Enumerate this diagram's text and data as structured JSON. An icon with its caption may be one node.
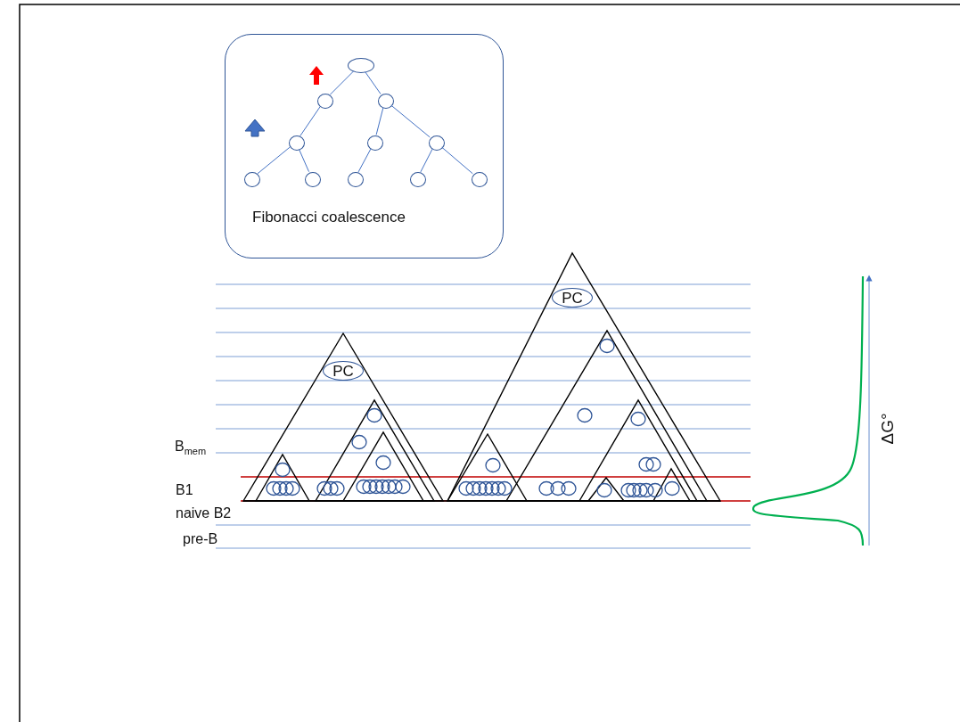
{
  "diagram": {
    "nodes": [
      {
        "text": [
          "Fibonacci coalescence"
        ]
      },
      {
        "text": [],
        "shape": "circle",
        "in": 0
      },
      {
        "text": [],
        "shape": "circle",
        "in": 0
      },
      {
        "text": [],
        "shape": "circle",
        "in": 0
      },
      {
        "text": [],
        "shape": "circle",
        "in": 0
      },
      {
        "text": [],
        "shape": "circle",
        "in": 0
      },
      {
        "text": [],
        "shape": "circle",
        "in": 0
      },
      {
        "text": [],
        "shape": "circle",
        "in": 0
      },
      {
        "text": [],
        "shape": "circle",
        "in": 0
      },
      {
        "text": [],
        "shape": "circle",
        "in": 0
      },
      {
        "text": [],
        "shape": "circle",
        "in": 0
      },
      {
        "text": [],
        "shape": "circle",
        "in": 0
      },
      {
        "text": [
          "PC"
        ]
      },
      {
        "text": [
          "PC"
        ]
      }
    ],
    "edges": [
      {
        "from": 1,
        "to": 2,
        "arrow": "none"
      },
      {
        "from": 1,
        "to": 3,
        "arrow": "none"
      },
      {
        "from": 2,
        "to": 4,
        "arrow": "none"
      },
      {
        "from": 3,
        "to": 5,
        "arrow": "none"
      },
      {
        "from": 3,
        "to": 6,
        "arrow": "none"
      },
      {
        "from": 4,
        "to": 7,
        "arrow": "none"
      },
      {
        "from": 4,
        "to": 8,
        "arrow": "none"
      },
      {
        "from": 5,
        "to": 9,
        "arrow": "none"
      },
      {
        "from": 6,
        "to": 10,
        "arrow": "none"
      },
      {
        "from": 6,
        "to": 11,
        "arrow": "none"
      }
    ],
    "labels": [
      "B$_{mem}$",
      "B1",
      "naive B2",
      "pre-B",
      "ΔG°"
    ]
  }
}
